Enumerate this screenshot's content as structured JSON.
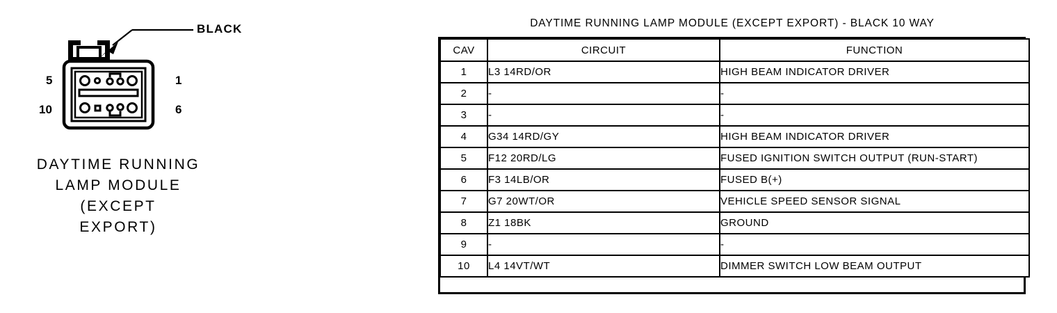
{
  "connector": {
    "callout_label": "BLACK",
    "callout_icon": "arrow-pointer-icon",
    "pin_numbers": {
      "top_left": "5",
      "bottom_left": "10",
      "top_right": "1",
      "bottom_right": "6"
    },
    "caption_lines": [
      "DAYTIME RUNNING",
      "LAMP MODULE",
      "(EXCEPT",
      "EXPORT)"
    ],
    "cavity_count": 10,
    "outline_color": "#000000"
  },
  "table": {
    "title": "DAYTIME RUNNING LAMP MODULE (EXCEPT EXPORT) - BLACK 10 WAY",
    "headers": [
      "CAV",
      "CIRCUIT",
      "FUNCTION"
    ],
    "rows": [
      {
        "cav": "1",
        "circuit": "L3 14RD/OR",
        "function": "HIGH BEAM INDICATOR DRIVER"
      },
      {
        "cav": "2",
        "circuit": "-",
        "function": "-"
      },
      {
        "cav": "3",
        "circuit": "-",
        "function": "-"
      },
      {
        "cav": "4",
        "circuit": "G34 14RD/GY",
        "function": "HIGH BEAM INDICATOR DRIVER"
      },
      {
        "cav": "5",
        "circuit": "F12 20RD/LG",
        "function": "FUSED IGNITION SWITCH OUTPUT (RUN-START)"
      },
      {
        "cav": "6",
        "circuit": "F3 14LB/OR",
        "function": "FUSED B(+)"
      },
      {
        "cav": "7",
        "circuit": "G7 20WT/OR",
        "function": "VEHICLE SPEED SENSOR SIGNAL"
      },
      {
        "cav": "8",
        "circuit": "Z1 18BK",
        "function": "GROUND"
      },
      {
        "cav": "9",
        "circuit": "-",
        "function": "-"
      },
      {
        "cav": "10",
        "circuit": "L4 14VT/WT",
        "function": "DIMMER SWITCH LOW BEAM OUTPUT"
      }
    ]
  }
}
